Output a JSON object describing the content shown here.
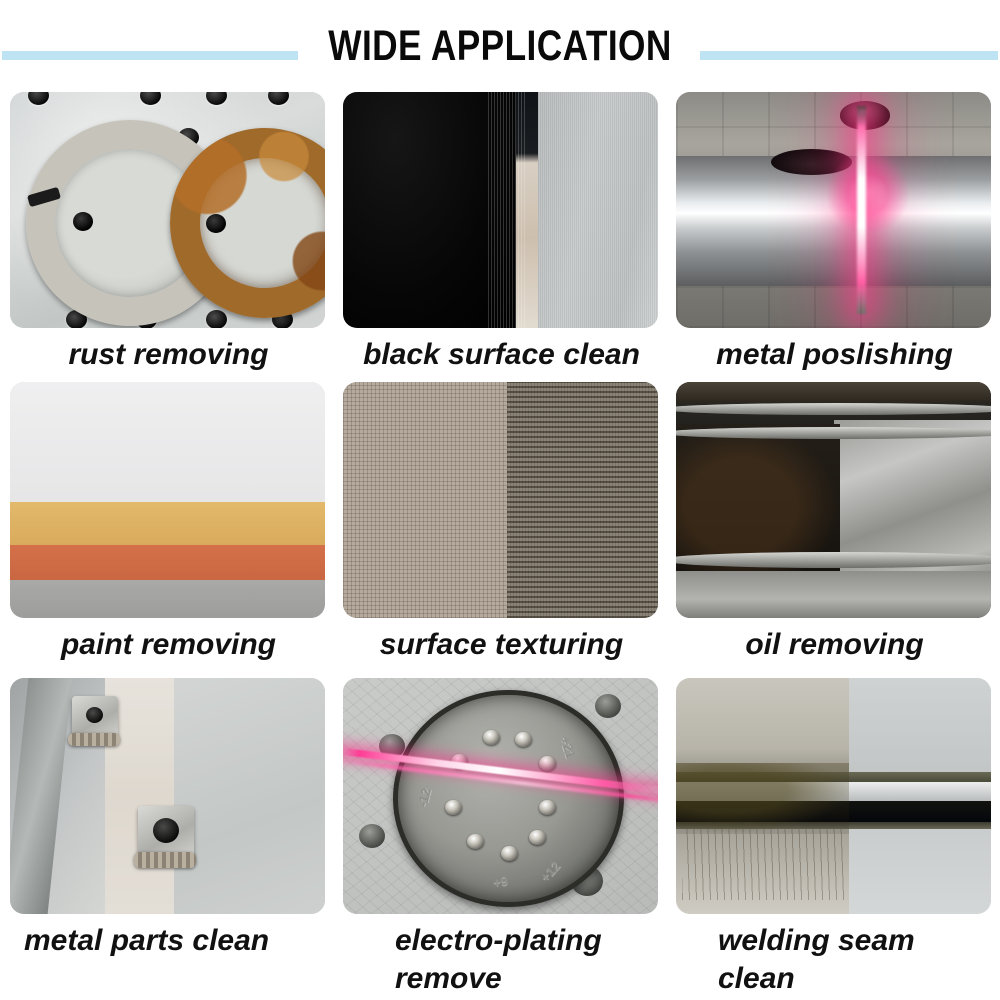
{
  "header": {
    "title": "WIDE APPLICATION",
    "rule_color": "#bee3f2"
  },
  "grid": {
    "rows": 3,
    "columns": 3,
    "items": [
      {
        "id": "rust-removing",
        "caption": "rust removing",
        "image_alt": "two metal rings on a drilled plate, left one cleaned silver, right one rusty brown"
      },
      {
        "id": "black-surface-clean",
        "caption": "black surface clean",
        "image_alt": "panel half black coated, half cleaned brushed steel"
      },
      {
        "id": "metal-poslishing",
        "caption": "metal poslishing",
        "image_alt": "steel pipe with pink laser beam striking surface"
      },
      {
        "id": "paint-removing",
        "caption": "paint removing",
        "image_alt": "panel with white, tan, orange and grey paint bands"
      },
      {
        "id": "surface-texturing",
        "caption": "surface texturing",
        "image_alt": "woven fabric, light fine weave left, dark coarse texture right"
      },
      {
        "id": "oil-removing",
        "caption": "oil removing",
        "image_alt": "oily dark metal rim with cleaned bright section"
      },
      {
        "id": "metal-parts-clean",
        "caption": "metal parts clean",
        "image_alt": "metal panel with welded nuts and brackets"
      },
      {
        "id": "electro-plating-remove",
        "caption": "electro-plating\nremove",
        "image_alt": "round plated disc with pins and pink laser line across"
      },
      {
        "id": "welding-seam-clean",
        "caption": "welding seam\nclean",
        "image_alt": "weld seam, oxidised on left, cleaned on right"
      }
    ]
  }
}
